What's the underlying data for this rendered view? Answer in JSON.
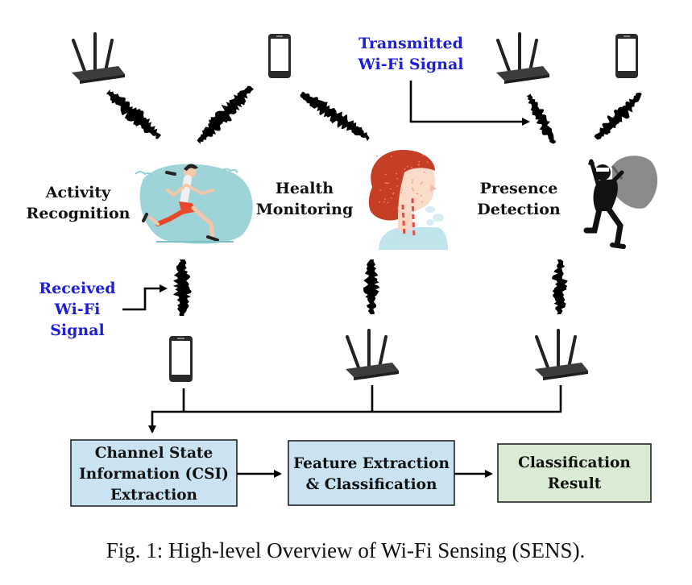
{
  "colors": {
    "annotation": "#1c20d6",
    "box_blue": "#c9e3f3",
    "box_green": "#d9ebd3",
    "signal": "#000000"
  },
  "labels": {
    "transmitted": [
      "Transmitted",
      "Wi-Fi Signal"
    ],
    "received": [
      "Received",
      "Wi-Fi",
      "Signal"
    ],
    "activity": [
      "Activity",
      "Recognition"
    ],
    "health": [
      "Health",
      "Monitoring"
    ],
    "presence": [
      "Presence",
      "Detection"
    ]
  },
  "boxes": {
    "csi": [
      "Channel State",
      "Information (CSI)",
      "Extraction"
    ],
    "feature": [
      "Feature Extraction",
      "& Classification"
    ],
    "result": [
      "Classification",
      "Result"
    ]
  },
  "caption": "Fig. 1: High-level Overview of Wi-Fi Sensing (SENS).",
  "icons": {
    "devices": [
      "router-icon",
      "smartphone-icon"
    ],
    "scenes": [
      "runner-icon",
      "breathing-person-icon",
      "burglar-icon"
    ]
  }
}
